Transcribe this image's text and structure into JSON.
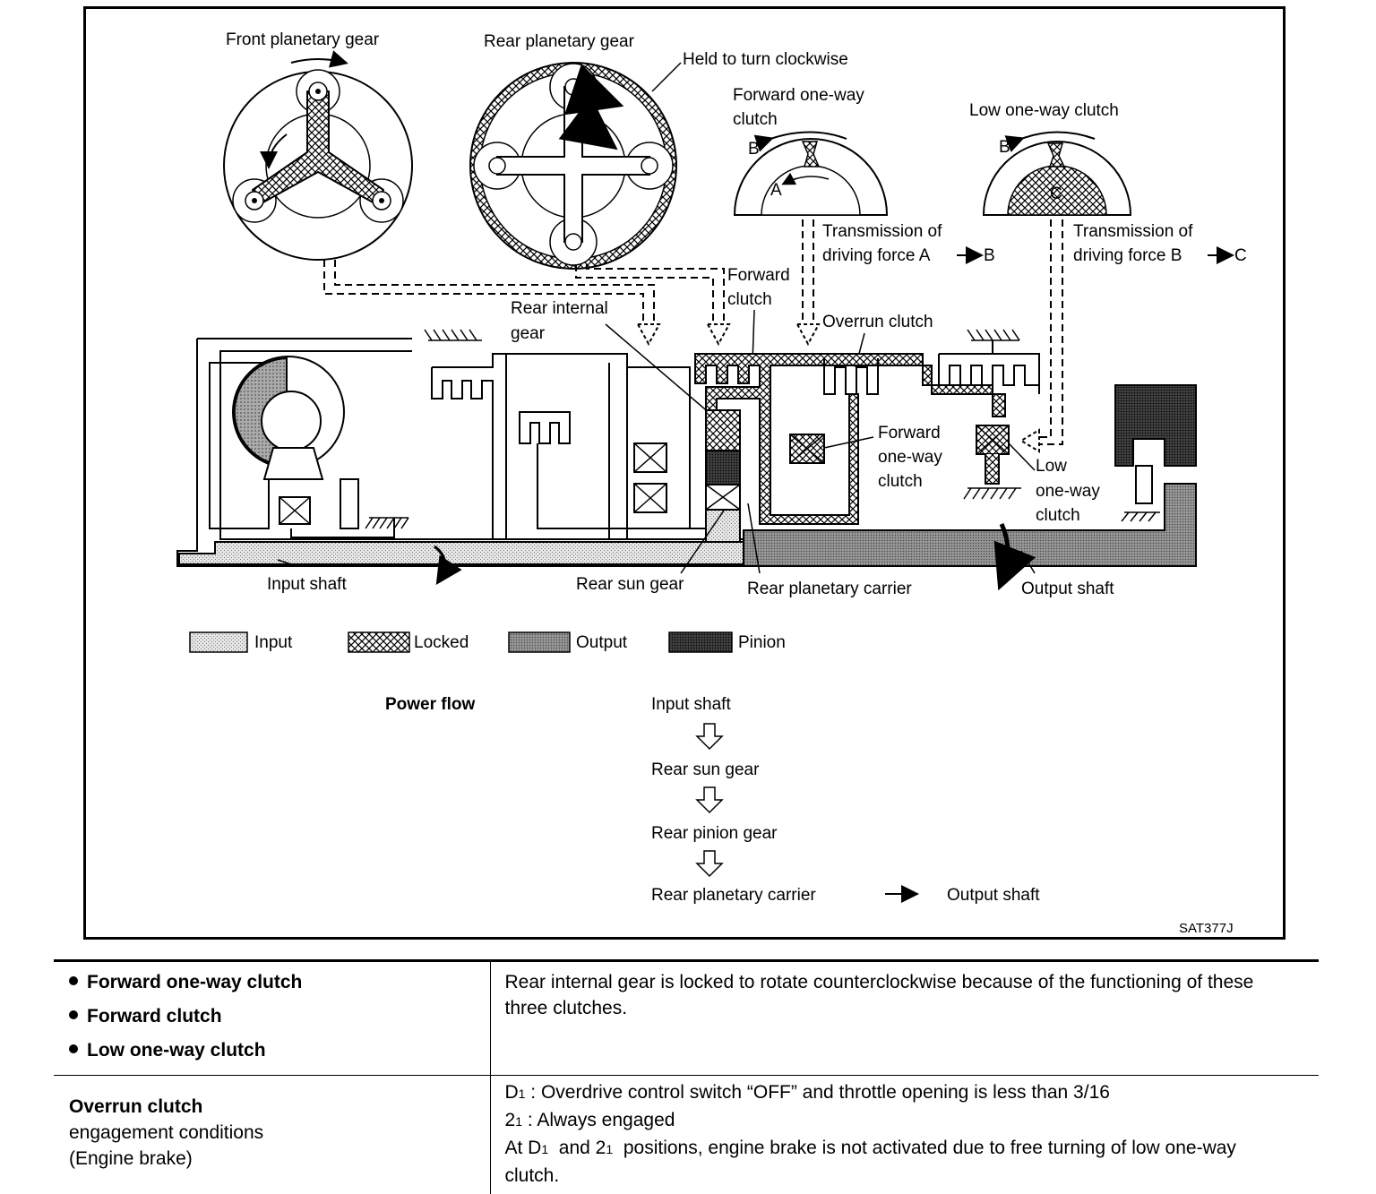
{
  "diagram": {
    "labels": {
      "front_planetary_gear": "Front planetary gear",
      "rear_planetary_gear": "Rear planetary gear",
      "held_to_turn": "Held to turn clockwise",
      "forward_one_way_clutch_top_1": "Forward one-way",
      "forward_one_way_clutch_top_2": "clutch",
      "low_one_way_clutch_top": "Low one-way clutch",
      "transmission_ab_1": "Transmission of",
      "transmission_ab_2": "driving force A",
      "transmission_ab_3": "B",
      "transmission_bc_1": "Transmission of",
      "transmission_bc_2": "driving force B",
      "transmission_bc_3": "C",
      "letter_a": "A",
      "letter_b1": "B",
      "letter_b2": "B",
      "letter_c": "C",
      "forward_clutch_1": "Forward",
      "forward_clutch_2": "clutch",
      "overrun_clutch": "Overrun clutch",
      "rear_internal_gear_1": "Rear internal",
      "rear_internal_gear_2": "gear",
      "forward_one_way_clutch_mid_1": "Forward",
      "forward_one_way_clutch_mid_2": "one-way",
      "forward_one_way_clutch_mid_3": "clutch",
      "low_one_way_clutch_mid_1": "Low",
      "low_one_way_clutch_mid_2": "one-way",
      "low_one_way_clutch_mid_3": "clutch",
      "input_shaft": "Input shaft",
      "rear_sun_gear": "Rear sun gear",
      "rear_planetary_carrier": "Rear planetary carrier",
      "output_shaft": "Output shaft",
      "code": "SAT377J"
    },
    "legend": [
      "Input",
      "Locked",
      "Output",
      "Pinion"
    ],
    "power_flow": {
      "title": "Power flow",
      "steps": [
        "Input shaft",
        "Rear sun gear",
        "Rear pinion gear",
        "Rear planetary carrier"
      ],
      "final": "Output shaft"
    }
  },
  "table": {
    "row1": {
      "bullets": [
        "Forward one-way clutch",
        "Forward clutch",
        "Low one-way clutch"
      ],
      "text": "Rear internal gear is locked to rotate counterclockwise because of the functioning of these three clutches."
    },
    "row2": {
      "title": "Overrun clutch",
      "sub1": "engagement conditions",
      "sub2": "(Engine brake)",
      "line1_prefix": "D",
      "line1_sub": "1",
      "line1_text": " : Overdrive control switch “OFF” and throttle opening is less than 3/16",
      "line2_prefix": "2",
      "line2_sub": "1",
      "line2_text": " : Always engaged",
      "line3_a": "At D",
      "line3_sub1": "1",
      "line3_b": "  and 2",
      "line3_sub2": "1",
      "line3_c": "  positions, engine brake is not activated due to free turning of low one-way clutch."
    }
  }
}
